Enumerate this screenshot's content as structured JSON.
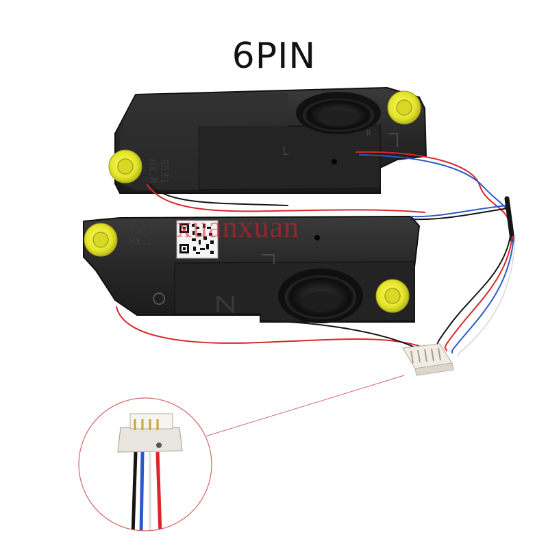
{
  "title": "6PIN",
  "watermark": "xuanxuan",
  "speaker_right": {
    "model": "G531",
    "side": "HX.R",
    "mark_l": "L",
    "mark_r": "R"
  },
  "speaker_left": {
    "model": "G531",
    "side": "HX.L"
  },
  "colors": {
    "plastic": "#2b2b2b",
    "grommet": "#e6e62a",
    "wire_red": "#d8262b",
    "wire_blue": "#2d58c8",
    "wire_black": "#151515",
    "wire_white": "#f2f2f2",
    "connector": "#f1ede6",
    "callout_line": "#d26464"
  }
}
